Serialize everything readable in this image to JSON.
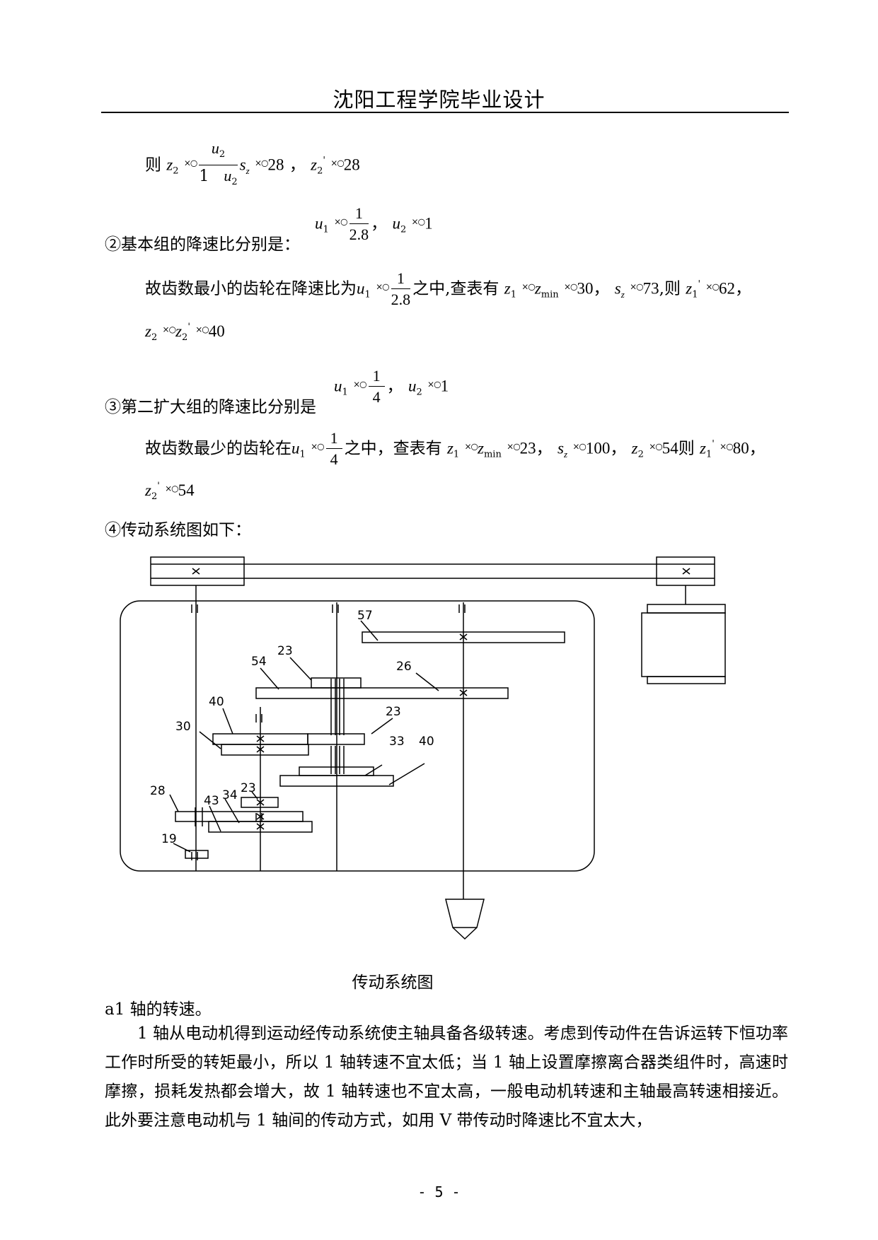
{
  "header": {
    "title": "沈阳工程学院毕业设计"
  },
  "eq1": {
    "prefix": "则"
  },
  "eq2": {
    "label": "②基本组的降速比分别是："
  },
  "eq3": {
    "text1": "故齿数最小的齿轮在降速比为",
    "text2": "之中,查表有",
    "text3": ",则"
  },
  "eq5": {
    "label": "③第二扩大组的降速比分别是"
  },
  "eq6": {
    "text1": "故齿数最少的齿轮在",
    "text2": "之中，查表有",
    "text3": "则"
  },
  "diagram": {
    "label": "④传动系统图如下：",
    "caption": "传动系统图",
    "gear_labels": [
      "57",
      "54",
      "23",
      "26",
      "40",
      "23",
      "30",
      "33",
      "40",
      "28",
      "23",
      "43",
      "34",
      "19"
    ]
  },
  "section": {
    "heading": "a1 轴的转速。"
  },
  "body": {
    "paragraph": "1 轴从电动机得到运动经传动系统使主轴具备各级转速。考虑到传动件在告诉运转下恒功率工作时所受的转矩最小，所以 1 轴转速不宜太低；当 1 轴上设置摩擦离合器类组件时，高速时摩擦，损耗发热都会增大，故 1 轴转速也不宜太高，一般电动机转速和主轴最高转速相接近。此外要注意电动机与 1 轴间的传动方式，如用 V 带传动时降速比不宜太大，"
  },
  "footer": {
    "page": "- 5 -"
  }
}
